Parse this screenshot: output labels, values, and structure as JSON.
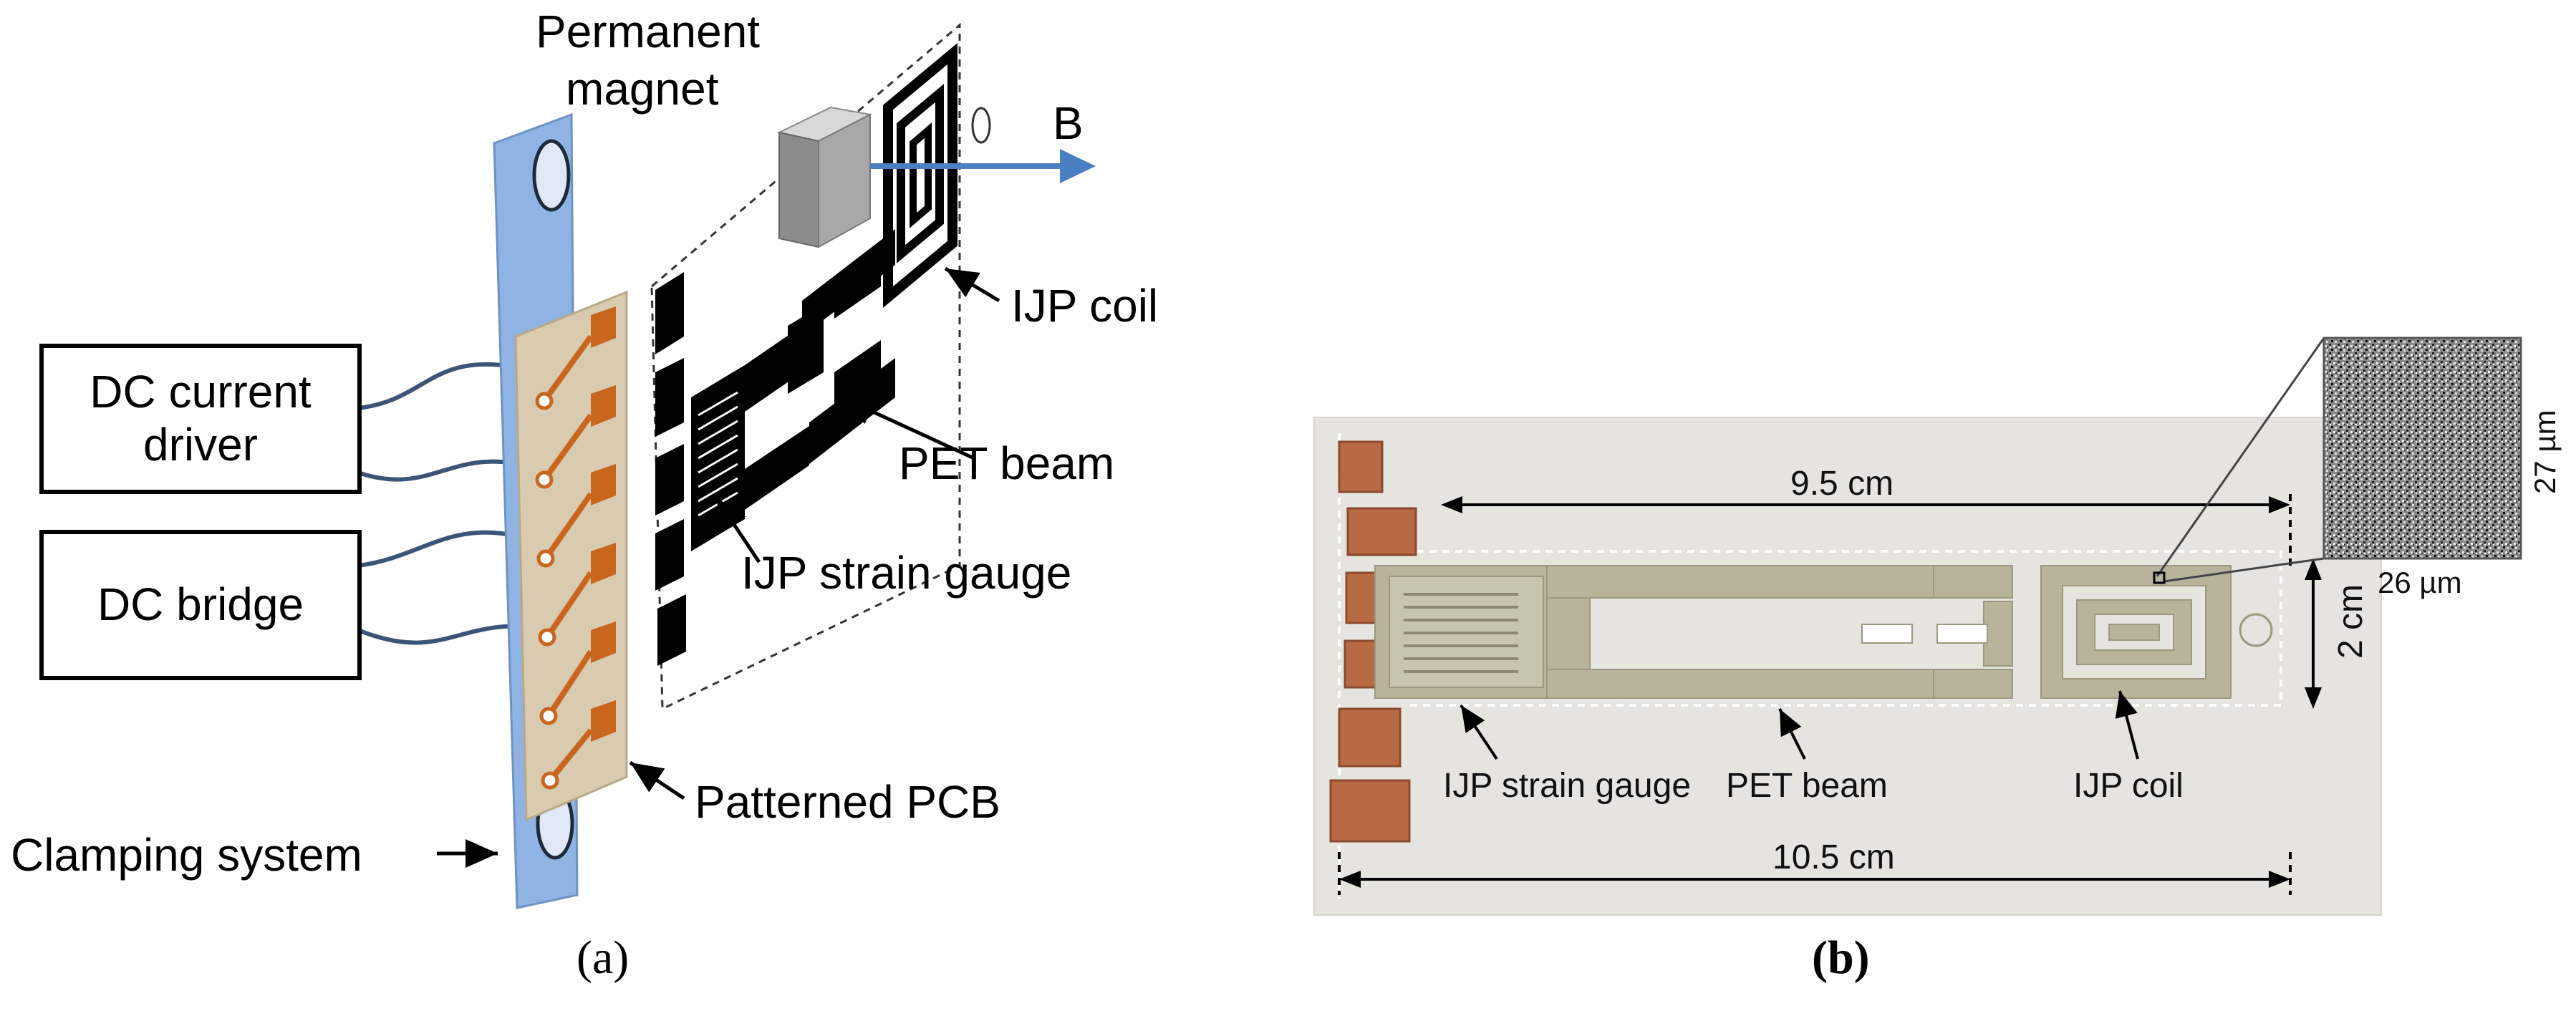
{
  "panel_a": {
    "caption": "(a)",
    "labels": {
      "magnet_line1": "Permanent",
      "magnet_line2": "magnet",
      "field": "B",
      "coil": "IJP coil",
      "beam": "PET beam",
      "gauge": "IJP strain gauge",
      "pcb": "Patterned PCB",
      "clamp": "Clamping system"
    },
    "boxes": {
      "driver_line1": "DC current",
      "driver_line2": "driver",
      "bridge": "DC bridge"
    },
    "colors": {
      "clamp": "#8FB4E3",
      "pcb": "#D9CBB0",
      "traces": "#C8661E",
      "wires": "#3B5578",
      "magnet": "#9E9E9E",
      "field_arrow": "#4A7FC1",
      "pattern": "#000000"
    }
  },
  "panel_b": {
    "caption": "(b)",
    "labels": {
      "beam_length": "9.5 cm",
      "total_length": "10.5 cm",
      "width": "2 cm",
      "gauge": "IJP strain gauge",
      "beam": "PET beam",
      "coil": "IJP coil",
      "inset_width": "26 µm",
      "inset_height": "27 µm"
    },
    "colors": {
      "background": "#E6E4DF",
      "ink": "#B9B39C",
      "pads": "#B86A45"
    }
  }
}
